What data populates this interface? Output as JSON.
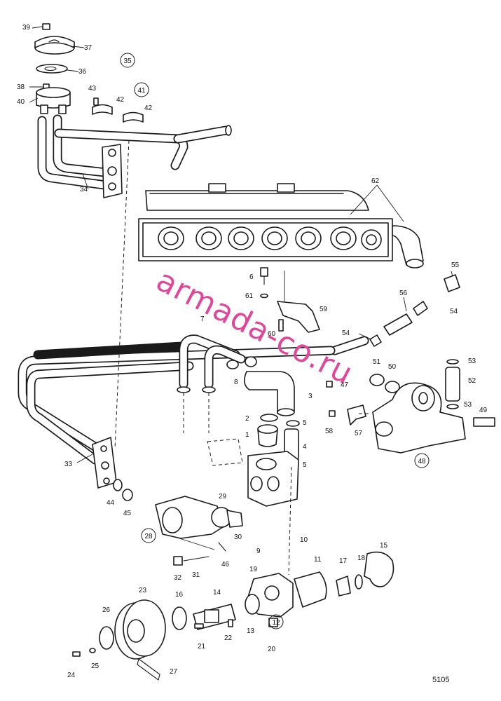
{
  "figure_number": "5105",
  "watermark": {
    "text": "armada-co.ru",
    "color": "#e0479a"
  },
  "line_color": "#1a1a1a",
  "background": "#ffffff",
  "callouts": [
    {
      "id": "c1",
      "text": "1"
    },
    {
      "id": "c2",
      "text": "2"
    },
    {
      "id": "c3",
      "text": "3"
    },
    {
      "id": "c4",
      "text": "4"
    },
    {
      "id": "c5a",
      "text": "5"
    },
    {
      "id": "c5b",
      "text": "5"
    },
    {
      "id": "c6",
      "text": "6"
    },
    {
      "id": "c7",
      "text": "7"
    },
    {
      "id": "c8",
      "text": "8"
    },
    {
      "id": "c9",
      "text": "9"
    },
    {
      "id": "c10",
      "text": "10"
    },
    {
      "id": "c11",
      "text": "11"
    },
    {
      "id": "c12",
      "text": "12"
    },
    {
      "id": "c13",
      "text": "13"
    },
    {
      "id": "c14",
      "text": "14"
    },
    {
      "id": "c15",
      "text": "15"
    },
    {
      "id": "c16",
      "text": "16"
    },
    {
      "id": "c17",
      "text": "17"
    },
    {
      "id": "c18",
      "text": "18"
    },
    {
      "id": "c19",
      "text": "19"
    },
    {
      "id": "c20",
      "text": "20"
    },
    {
      "id": "c21",
      "text": "21"
    },
    {
      "id": "c22",
      "text": "22"
    },
    {
      "id": "c23",
      "text": "23"
    },
    {
      "id": "c24",
      "text": "24"
    },
    {
      "id": "c25",
      "text": "25"
    },
    {
      "id": "c26",
      "text": "26"
    },
    {
      "id": "c27",
      "text": "27"
    },
    {
      "id": "c28",
      "text": "28"
    },
    {
      "id": "c29",
      "text": "29"
    },
    {
      "id": "c30",
      "text": "30"
    },
    {
      "id": "c31",
      "text": "31"
    },
    {
      "id": "c32",
      "text": "32"
    },
    {
      "id": "c33",
      "text": "33"
    },
    {
      "id": "c34",
      "text": "34"
    },
    {
      "id": "c35",
      "text": "35"
    },
    {
      "id": "c36",
      "text": "36"
    },
    {
      "id": "c37",
      "text": "37"
    },
    {
      "id": "c38",
      "text": "38"
    },
    {
      "id": "c39",
      "text": "39"
    },
    {
      "id": "c40",
      "text": "40"
    },
    {
      "id": "c41",
      "text": "41"
    },
    {
      "id": "c42a",
      "text": "42"
    },
    {
      "id": "c42b",
      "text": "42"
    },
    {
      "id": "c43",
      "text": "43"
    },
    {
      "id": "c44",
      "text": "44"
    },
    {
      "id": "c45",
      "text": "45"
    },
    {
      "id": "c46",
      "text": "46"
    },
    {
      "id": "c47",
      "text": "47"
    },
    {
      "id": "c48",
      "text": "48"
    },
    {
      "id": "c49",
      "text": "49"
    },
    {
      "id": "c50",
      "text": "50"
    },
    {
      "id": "c51",
      "text": "51"
    },
    {
      "id": "c52",
      "text": "52"
    },
    {
      "id": "c53a",
      "text": "53"
    },
    {
      "id": "c53b",
      "text": "53"
    },
    {
      "id": "c54a",
      "text": "54"
    },
    {
      "id": "c54b",
      "text": "54"
    },
    {
      "id": "c55",
      "text": "55"
    },
    {
      "id": "c56",
      "text": "56"
    },
    {
      "id": "c57",
      "text": "57"
    },
    {
      "id": "c58",
      "text": "58"
    },
    {
      "id": "c59",
      "text": "59"
    },
    {
      "id": "c60",
      "text": "60"
    },
    {
      "id": "c61",
      "text": "61"
    },
    {
      "id": "c62",
      "text": "62"
    }
  ]
}
